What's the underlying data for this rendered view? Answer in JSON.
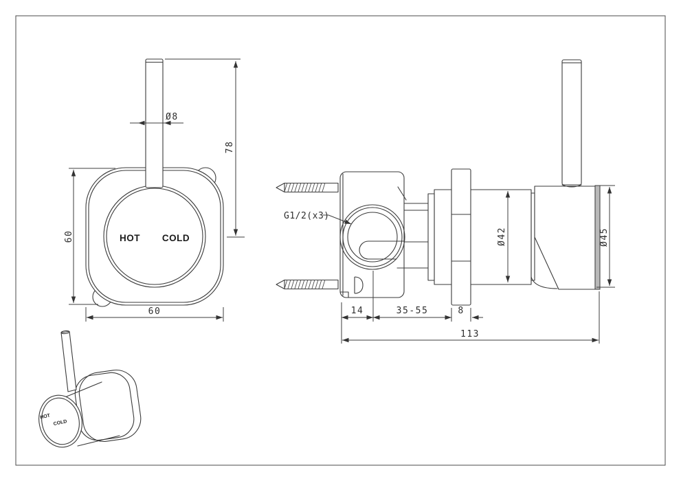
{
  "front_view": {
    "hot": "HOT",
    "cold": "COLD",
    "height": "60",
    "width": "60",
    "handle_height": "78",
    "handle_diameter": "Ø8"
  },
  "side_view": {
    "thread": "G1/2(x3)",
    "wall_offset": "14",
    "depth_range": "35-55",
    "flange_thickness": "8",
    "overall_length": "113",
    "cartridge_diameter": "Ø42",
    "cap_diameter": "Ø45"
  },
  "iso_view": {
    "hot": "HOT",
    "cold": "COLD"
  },
  "colors": {
    "line": "#3a3a3a",
    "dimension": "#2e2e2e",
    "cap_edge": "#b9b9b9",
    "background": "#ffffff"
  }
}
